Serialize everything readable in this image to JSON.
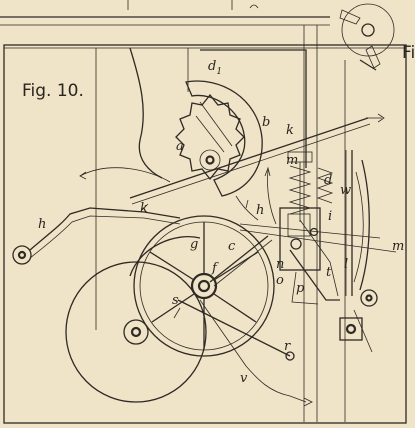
{
  "figure": {
    "caption": "Fig. 10.",
    "partial_caption": "Fi",
    "labels": {
      "a": "a",
      "b": "b",
      "c": "c",
      "d": "d",
      "d1": "d",
      "d1_sub": "1",
      "f": "f",
      "g": "g",
      "h_left": "h",
      "h_mid": "h",
      "i": "i",
      "k_top": "k",
      "k_low": "k",
      "l": "l",
      "m": "m",
      "m_top": "m",
      "n": "n",
      "o": "o",
      "p": "p",
      "r": "r",
      "s": "s",
      "t": "t",
      "v": "v",
      "w": "w"
    }
  },
  "colors": {
    "paper": "#efe3c8",
    "ink": "#2f2a24"
  }
}
